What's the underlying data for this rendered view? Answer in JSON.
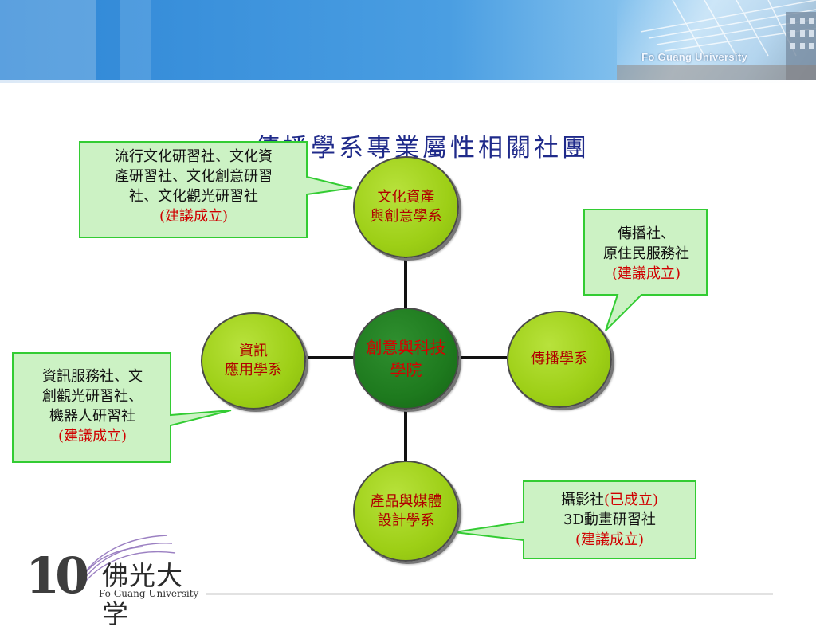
{
  "header": {
    "university_name": "Fo Guang University"
  },
  "title": "傳播學系專業屬性相關社團",
  "diagram": {
    "center": {
      "label_line1": "創意與科技",
      "label_line2": "學院"
    },
    "nodes": {
      "top": {
        "line1": "文化資產",
        "line2": "與創意學系"
      },
      "left": {
        "line1": "資訊",
        "line2": "應用學系"
      },
      "right": {
        "line1": "傳播學系",
        "line2": ""
      },
      "bottom": {
        "line1": "產品與媒體",
        "line2": "設計學系"
      }
    }
  },
  "callouts": {
    "top_left": {
      "line1": "流行文化研習社、文化資",
      "line2": "產研習社、文化創意研習",
      "line3": "社、文化觀光研習社",
      "status": "(建議成立)"
    },
    "right": {
      "line1": "傳播社、",
      "line2": "原住民服務社",
      "status": "(建議成立)"
    },
    "left": {
      "line1": "資訊服務社、文",
      "line2": "創觀光研習社、",
      "line3": "機器人研習社",
      "status": "(建議成立)"
    },
    "bottom_right": {
      "line1_prefix": "攝影社",
      "line1_status": "(已成立)",
      "line2": "3D動畫研習社",
      "status": "(建議成立)"
    }
  },
  "logo": {
    "number": "10",
    "chinese_name": "佛光大学",
    "english_name": "Fo Guang University"
  },
  "colors": {
    "node_fill": "#9dcf16",
    "center_fill": "#1e7a1e",
    "callout_fill": "#ccf2c4",
    "callout_border": "#33cc33",
    "title_color": "#1f2a8a",
    "status_red": "#d00000"
  }
}
